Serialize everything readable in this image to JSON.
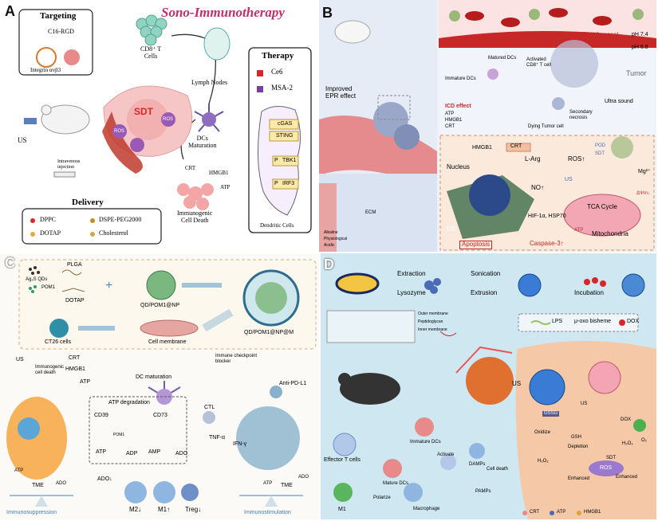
{
  "panels": {
    "a": {
      "label": "A",
      "title": "Sono-Immunotherapy",
      "targeting": {
        "heading": "Targeting",
        "ligand": "C16-RGD",
        "receptor": "Integrin αvβ3"
      },
      "cd8": "CD8⁺ T\nCells",
      "lymph": "Lymph Nodes",
      "dcs": "DCs\nMaturation",
      "us": "US",
      "iv": "Intravenous\ninjection",
      "sdt": "SDT",
      "ros": "ROS",
      "crt": "CRT",
      "hmgb1": "HMGB1",
      "atp": "ATP",
      "icd": "Immunogenic\nCell Death",
      "therapy": {
        "heading": "Therapy",
        "items": [
          {
            "label": "Ce6",
            "color": "#d62828"
          },
          {
            "label": "MSA-2",
            "color": "#7b3fa0"
          }
        ]
      },
      "sting": {
        "cgas": "cGAS",
        "sting": "STING",
        "p": "P",
        "tbk1": "TBK1",
        "irf3": "IRF3",
        "cell": "Dendritic Cells"
      },
      "delivery": {
        "heading": "Delivery",
        "items": [
          "DPPC",
          "DSPE-PEG2000",
          "DOTAP",
          "Cholesterol"
        ]
      }
    },
    "b": {
      "label": "B",
      "blood_vessel": "Blood vessel",
      "ph1": "pH 7.4",
      "ph2": "pH 6.8",
      "tumor": "Tumor",
      "epr": "Improved\nEPR effect",
      "matured_dcs": "Matured DCs",
      "immature_dcs": "Immature DCs",
      "activated": "Activated\nCD8⁺ T cell",
      "icd_effect": "ICD effect",
      "icd_items": [
        "ATP",
        "HMGB1",
        "CRT"
      ],
      "dying": "Dying Tumor cell",
      "secondary": "Secondary\nnecrosis",
      "ultrasound": "Ultra sound",
      "hmgb1": "HMGB1",
      "crt": "CRT",
      "nucleus": "Nucleus",
      "larg": "L-Arg",
      "ros": "ROS↑",
      "pod": "POD",
      "sdt": "SDT",
      "mg": "Mg²⁺",
      "us": "US",
      "no": "NO↑",
      "tca": "TCA Cycle",
      "dpsi": "ΔΨm↓",
      "hif": "HIF-1α, HSP70",
      "er": "ER",
      "atp": "ATP",
      "mito": "Mitochondria",
      "apoptosis": "Apoptosis",
      "caspase": "Caspase-3↑",
      "ecm": "ECM",
      "legend": [
        "Alkaline",
        "Physiological",
        "Acidic"
      ]
    },
    "c": {
      "label": "C",
      "ag2s": "Ag₂S QDs",
      "plga": "PLGA",
      "pom1": "POM1",
      "dotap": "DOTAP",
      "np": "QD/POM1@NP",
      "npm": "QD/POM1@NP@M",
      "ct26": "CT26 cells",
      "membrane": "Cell membrane",
      "us": "US",
      "crt": "CRT",
      "hmgb1": "HMGB1",
      "atp": "ATP",
      "icd": "Immunogenic\ncell death",
      "dc": "DC maturation",
      "checkpoint": "Immune checkpoint\nblocker",
      "antipdl1": "Anti-PD-L1",
      "ctl": "CTL",
      "atp_deg": "ATP degradation",
      "cd39": "CD39",
      "cd73": "CD73",
      "pom1_small": "POM1",
      "atp2": "ATP",
      "adp": "ADP",
      "amp": "AMP",
      "ado": "ADO",
      "tnf": "TNF-α",
      "ifn": "IFN-γ",
      "ado_down": "ADO↓",
      "atp_left": "ATP",
      "ado_left": "ADO",
      "tme1": "TME",
      "tme2": "TME",
      "atp_right": "ATP",
      "ado_right": "ADO",
      "immunosuppression": "Immunosuppression",
      "immunostimulation": "Immunostimulation",
      "m2": "M2↓",
      "m1": "M1↑",
      "treg": "Treg↓"
    },
    "d": {
      "label": "D",
      "extraction": "Extraction",
      "lysozyme": "Lysozyme",
      "sonication": "Sonication",
      "extrusion": "Extrusion",
      "incubation": "Incubation",
      "outer": "Outer membrane",
      "pepti": "Peptidoglycan",
      "inner": "Inner membrane",
      "legend": [
        "LPS",
        "μ-oxo bisheme",
        "DOX"
      ],
      "us": "US",
      "us2": "US",
      "dox": "DOX",
      "gssg": "GSSG",
      "oxidize": "Oxidize",
      "gsh": "GSH",
      "depletion": "Depletion",
      "h2o2": "H₂O₂",
      "h2o2b": "H₂O₂",
      "sdt": "SDT",
      "enhanced1": "Enhanced",
      "enhanced2": "Enhanced",
      "o2": "O₂",
      "ros": "ROS",
      "celldeath": "Cell death",
      "effector": "Effector T cells",
      "immature": "Immature DCs",
      "activate": "Activate",
      "damps": "DAMPs",
      "pamps": "PAMPs",
      "mature": "Mature DCs",
      "macrophage": "Macrophage",
      "polarize": "Polarize",
      "m1": "M1",
      "bottom_legend": [
        "CRT",
        "ATP",
        "HMGB1"
      ]
    }
  }
}
